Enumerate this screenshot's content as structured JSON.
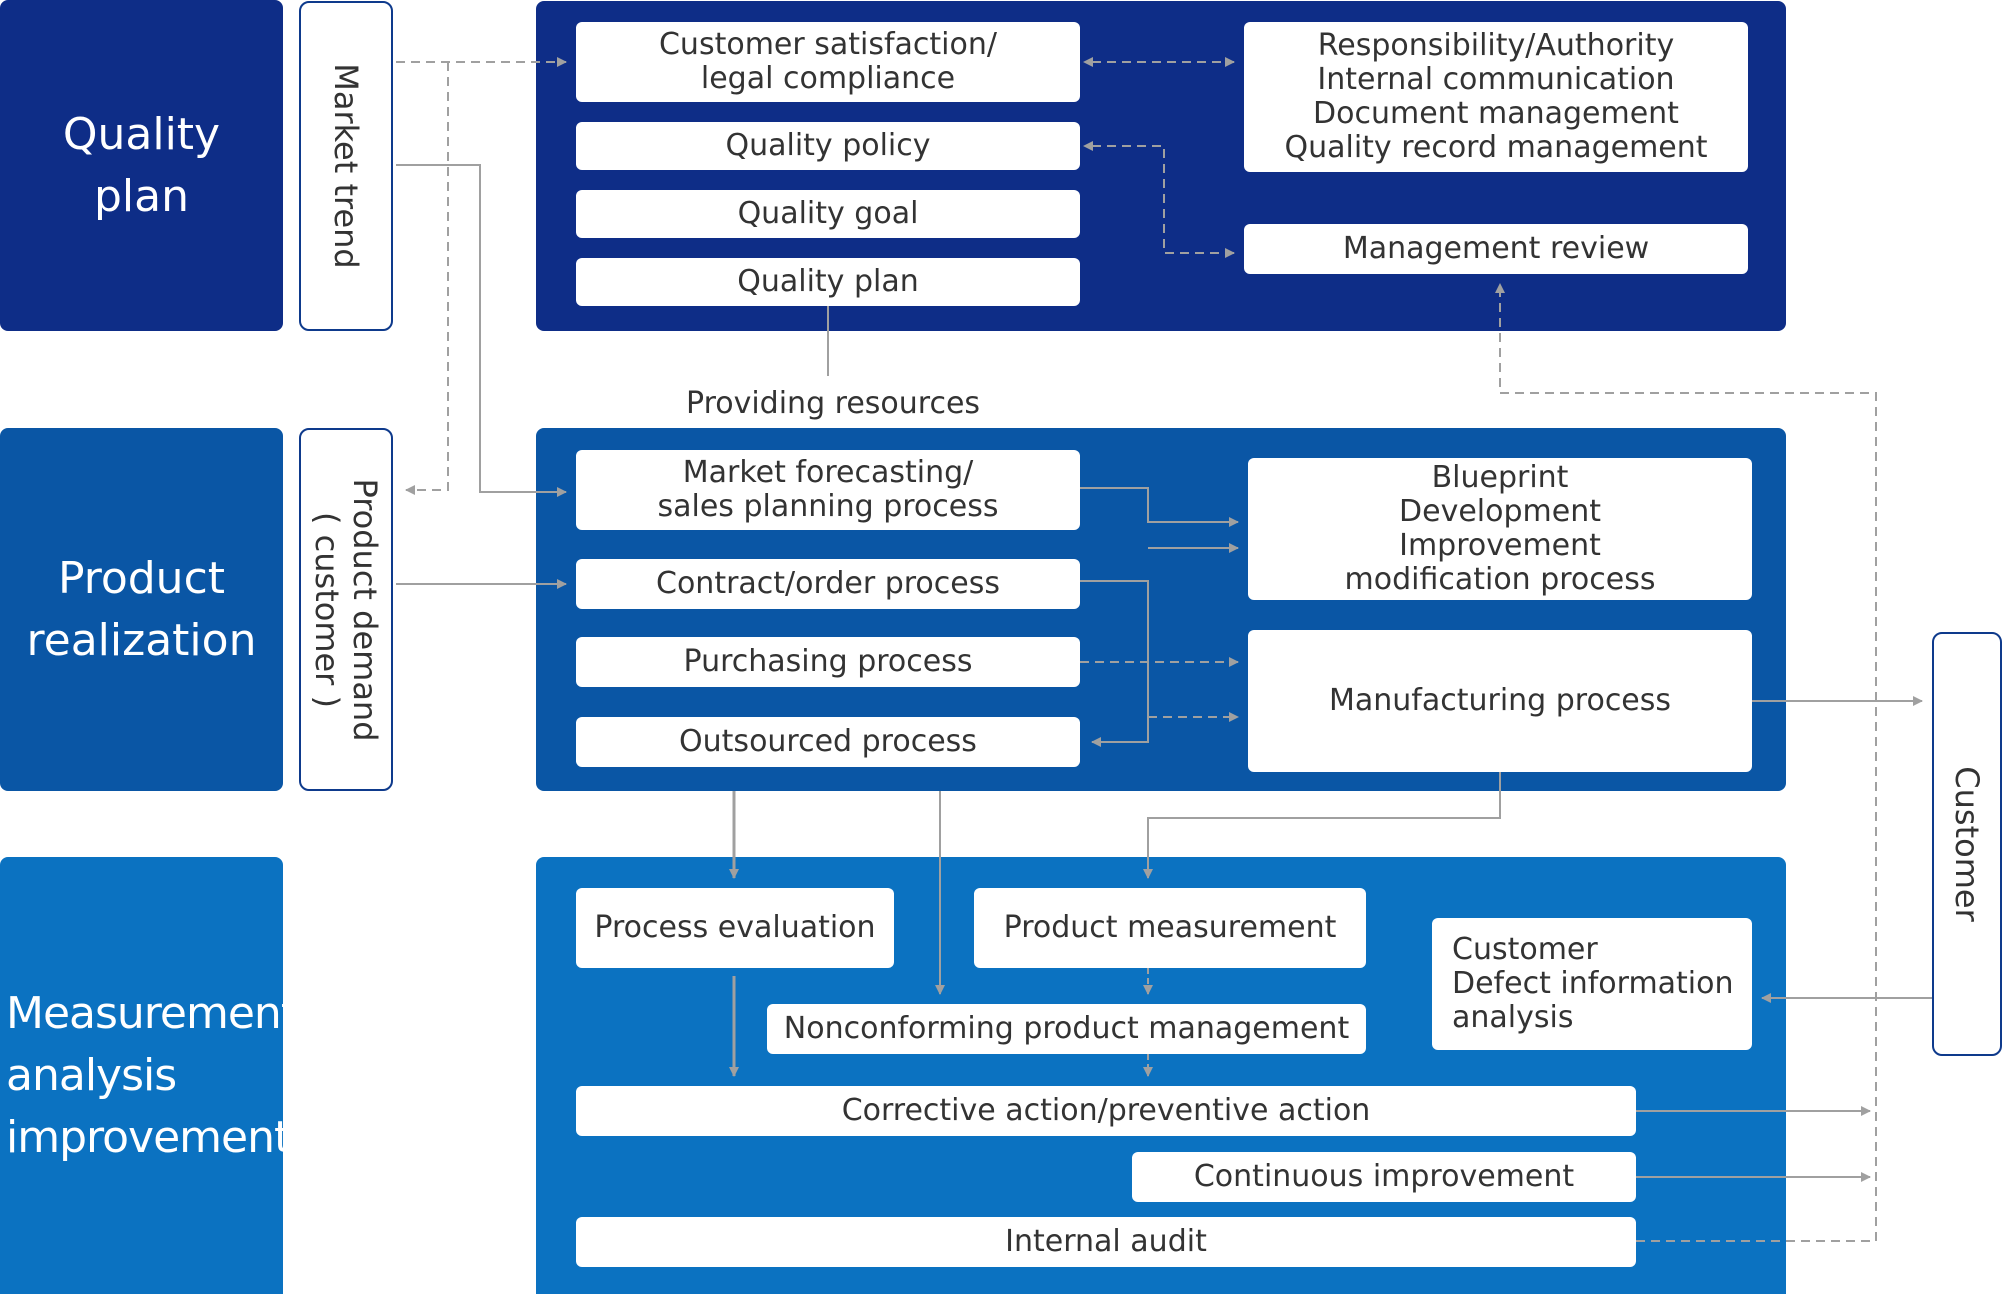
{
  "sections": {
    "quality_plan": [
      "Quality",
      "plan"
    ],
    "product_realization": [
      "Product",
      "realization"
    ],
    "measurement": [
      "Measurement",
      "analysis",
      "improvement"
    ]
  },
  "side_labels": {
    "market_trend": "Market trend",
    "product_demand": "Product demand",
    "customer_paren": "( customer )",
    "customer": "Customer"
  },
  "quality_plan_boxes": {
    "customer_satisfaction": [
      "Customer satisfaction/",
      "legal compliance"
    ],
    "quality_policy": "Quality policy",
    "quality_goal": "Quality goal",
    "quality_plan": "Quality plan",
    "responsibility": [
      "Responsibility/Authority",
      "Internal communication",
      "Document management",
      "Quality record management"
    ],
    "management_review": "Management review"
  },
  "providing_resources": "Providing resources",
  "product_realization_boxes": {
    "market_forecasting": [
      "Market forecasting/",
      "sales planning process"
    ],
    "contract_order": "Contract/order process",
    "purchasing": "Purchasing process",
    "outsourced": "Outsourced process",
    "blueprint": [
      "Blueprint",
      "Development",
      "Improvement",
      "modification process"
    ],
    "manufacturing": "Manufacturing process"
  },
  "measurement_boxes": {
    "process_evaluation": "Process evaluation",
    "product_measurement": "Product measurement",
    "nonconforming": "Nonconforming product management",
    "customer_defect": [
      "Customer",
      "Defect information",
      "analysis"
    ],
    "corrective_action": "Corrective action/preventive action",
    "continuous_improvement": "Continuous improvement",
    "internal_audit": "Internal audit"
  },
  "colors": {
    "quality_plan_bg": "#0e2d87",
    "product_realization_bg": "#0a56a5",
    "measurement_bg": "#0b72c1",
    "connector": "#a0a0a0"
  }
}
